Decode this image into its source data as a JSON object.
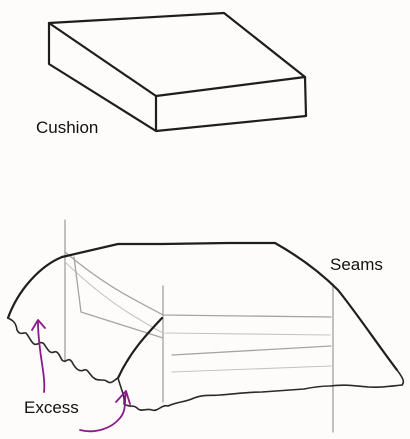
{
  "labels": {
    "cushion": "Cushion",
    "seams": "Seams",
    "excess": "Excess"
  },
  "colors": {
    "ink": "#1e1e1e",
    "pencil": "#a4a4a4",
    "annotation_arrows": "#8b1a8b"
  }
}
